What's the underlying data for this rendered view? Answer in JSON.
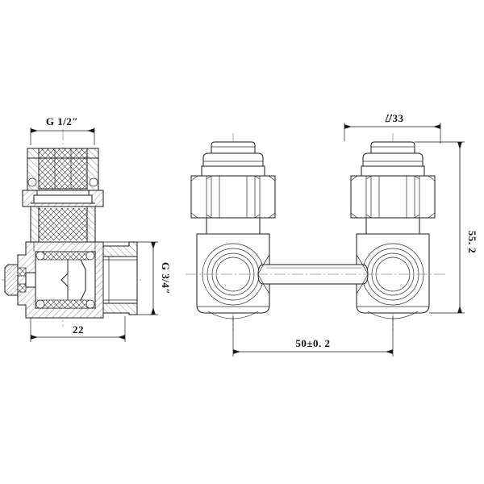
{
  "drawing": {
    "title": "Radiator valve technical drawing",
    "background_color": "#ffffff",
    "line_color": "#1a1a1a",
    "centerline_color": "#8a8a8a",
    "views": [
      {
        "name": "sectional-side-view",
        "position": "left",
        "description": "Cross-sectional side view of angled radiator valve with hatched section"
      },
      {
        "name": "front-view",
        "position": "right",
        "description": "Front view of twin valve assembly with connecting bar"
      }
    ]
  },
  "dimensions": {
    "g_half": "G 1/2″",
    "g_threequarter": "G 3/4″",
    "depth_22": "22",
    "diameter_33": "⌰33",
    "height_55_2": "55. 2",
    "spacing_50": "50±0. 2"
  }
}
